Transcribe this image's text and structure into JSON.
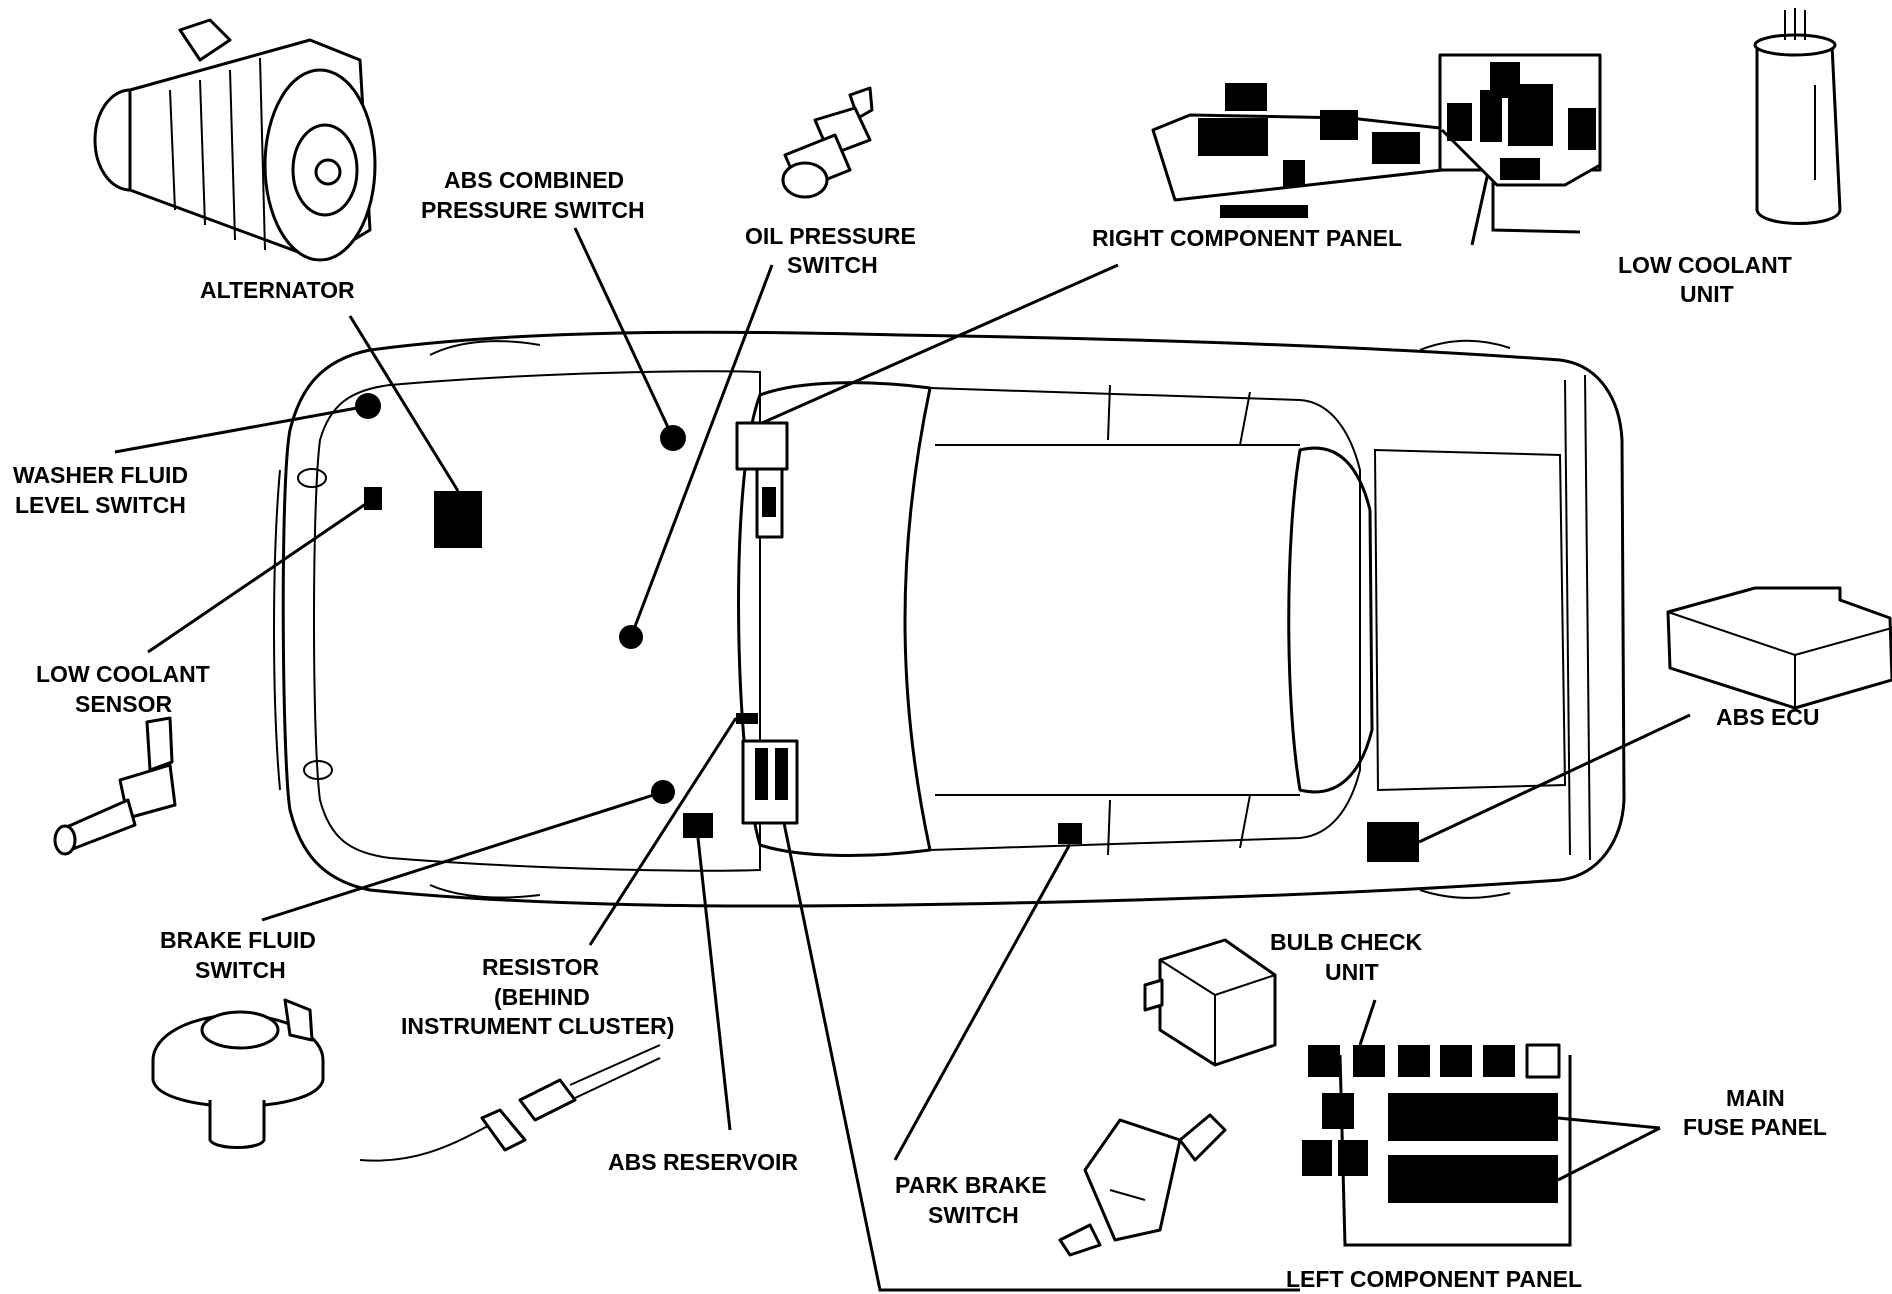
{
  "labels": {
    "alternator": "ALTERNATOR",
    "abs_combined_1": "ABS COMBINED",
    "abs_combined_2": "PRESSURE SWITCH",
    "oil_pressure_1": "OIL PRESSURE",
    "oil_pressure_2": "SWITCH",
    "right_panel": "RIGHT COMPONENT PANEL",
    "low_coolant_unit_1": "LOW COOLANT",
    "low_coolant_unit_2": "UNIT",
    "washer_1": "WASHER FLUID",
    "washer_2": "LEVEL SWITCH",
    "low_coolant_sensor_1": "LOW COOLANT",
    "low_coolant_sensor_2": "SENSOR",
    "abs_ecu": "ABS ECU",
    "brake_fluid_1": "BRAKE FLUID",
    "brake_fluid_2": "SWITCH",
    "resistor_1": "RESISTOR",
    "resistor_2": "(BEHIND",
    "resistor_3": "INSTRUMENT CLUSTER)",
    "abs_reservoir": "ABS RESERVOIR",
    "bulb_check_1": "BULB CHECK",
    "bulb_check_2": "UNIT",
    "park_brake_1": "PARK BRAKE",
    "park_brake_2": "SWITCH",
    "main_fuse_1": "MAIN",
    "main_fuse_2": "FUSE PANEL",
    "left_panel": "LEFT COMPONENT PANEL"
  }
}
